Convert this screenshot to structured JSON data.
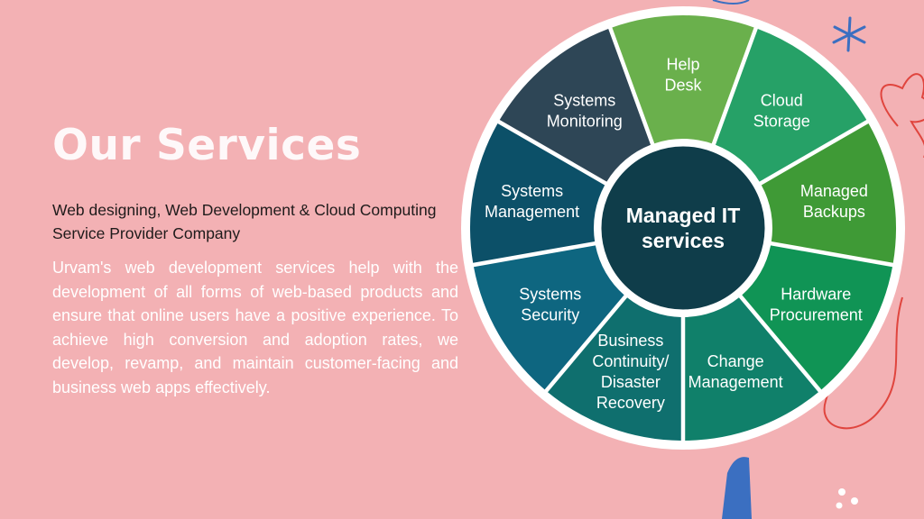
{
  "slide": {
    "title": "Our Services",
    "subtitle": "Web designing, Web Development & Cloud Computing Service Provider Company",
    "body": "Urvam's web development services help with the development of all forms of web-based products and ensure that online users have a positive experience. To achieve high conversion and adoption rates, we develop, revamp, and maintain customer-facing and business web apps effectively."
  },
  "colors": {
    "background": "#f3b1b4",
    "ring": "#ffffff",
    "hub": "#0f3d4a",
    "doodle_red": "#e0453e",
    "doodle_blue": "#3b6fc1"
  },
  "wheel": {
    "center": {
      "lines": [
        "Managed IT",
        "services"
      ]
    },
    "segments": [
      {
        "name": "help-desk",
        "lines": [
          "Help",
          "Desk"
        ],
        "color": "#6ab04c"
      },
      {
        "name": "cloud-storage",
        "lines": [
          "Cloud",
          "Storage"
        ],
        "color": "#26a167"
      },
      {
        "name": "managed-backups",
        "lines": [
          "Managed",
          "Backups"
        ],
        "color": "#3f9a36"
      },
      {
        "name": "hardware-procurement",
        "lines": [
          "Hardware",
          "Procurement"
        ],
        "color": "#109455"
      },
      {
        "name": "change-management",
        "lines": [
          "Change",
          "Management"
        ],
        "color": "#10806a"
      },
      {
        "name": "business-continuity",
        "lines": [
          "Business",
          "Continuity/",
          "Disaster",
          "Recovery"
        ],
        "color": "#0f6f6e"
      },
      {
        "name": "systems-security",
        "lines": [
          "Systems",
          "Security"
        ],
        "color": "#0e6680"
      },
      {
        "name": "systems-management",
        "lines": [
          "Systems",
          "Management"
        ],
        "color": "#0c5068"
      },
      {
        "name": "systems-monitoring",
        "lines": [
          "Systems",
          "Monitoring"
        ],
        "color": "#2e4656"
      }
    ]
  }
}
